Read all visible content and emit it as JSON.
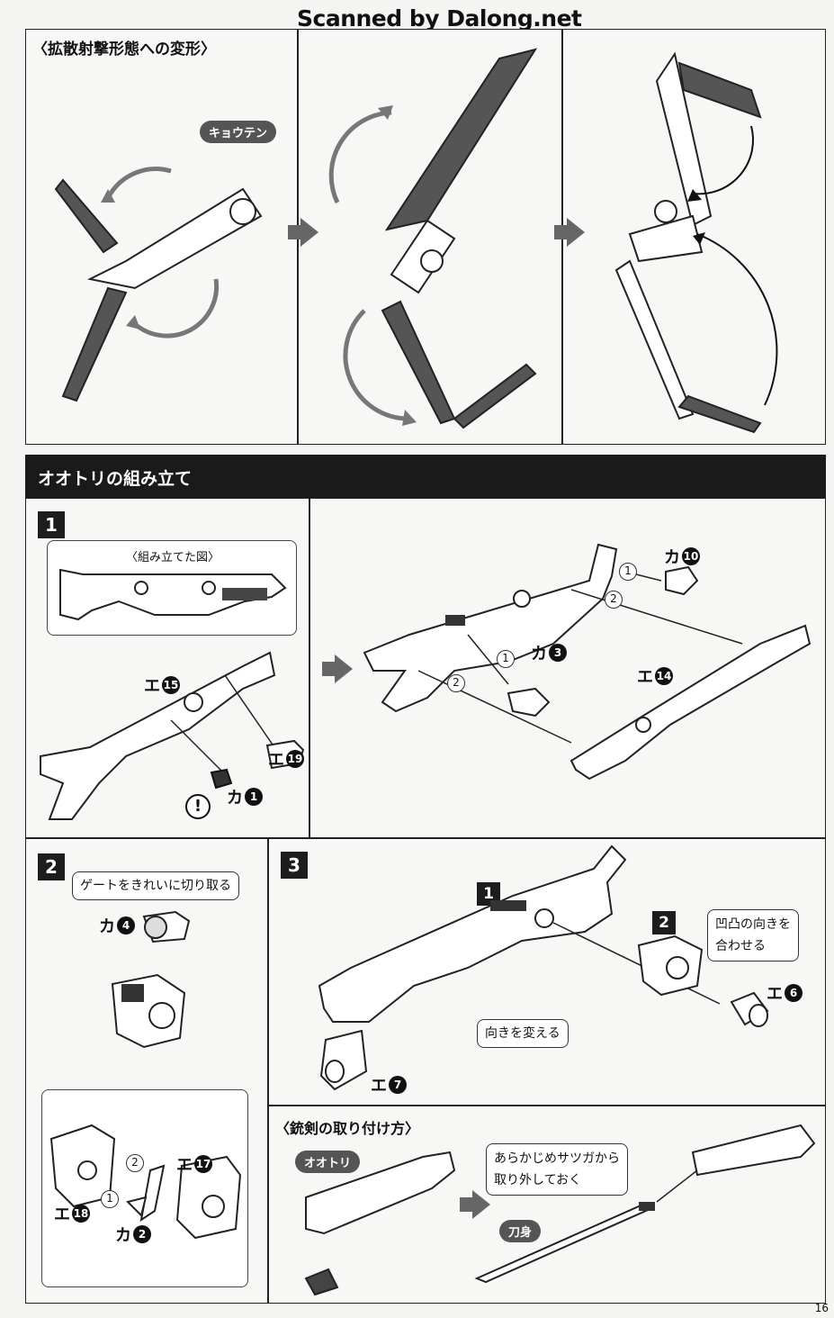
{
  "watermark": "Scanned by Dalong.net",
  "section1": {
    "title": "〈拡散射撃形態への変形〉",
    "label_kyouten": "キョウテン"
  },
  "section2": {
    "header": "オオトリの組み立て",
    "step1": {
      "number": "1",
      "assembled_view_title": "〈組み立てた図〉",
      "parts": {
        "e15": {
          "prefix": "エ",
          "num": "15"
        },
        "e19": {
          "prefix": "エ",
          "num": "19"
        },
        "ka1": {
          "prefix": "カ",
          "num": "1"
        },
        "ka10": {
          "prefix": "カ",
          "num": "10"
        },
        "ka3": {
          "prefix": "カ",
          "num": "3"
        },
        "e14": {
          "prefix": "エ",
          "num": "14"
        }
      },
      "order_marks": [
        "1",
        "2",
        "1",
        "2"
      ],
      "warning": "!"
    },
    "step2": {
      "number": "2",
      "callout": "ゲートをきれいに切り取る",
      "parts": {
        "ka4": {
          "prefix": "カ",
          "num": "4"
        },
        "e17": {
          "prefix": "エ",
          "num": "17"
        },
        "e18": {
          "prefix": "エ",
          "num": "18"
        },
        "ka2": {
          "prefix": "カ",
          "num": "2"
        }
      },
      "order_marks": [
        "2",
        "1"
      ]
    },
    "step3": {
      "number": "3",
      "ref_1": "1",
      "ref_2": "2",
      "callout_align": "凹凸の向きを\n合わせる",
      "callout_direction": "向きを変える",
      "parts": {
        "e6": {
          "prefix": "エ",
          "num": "6"
        },
        "e7": {
          "prefix": "エ",
          "num": "7"
        }
      }
    },
    "bayonet": {
      "title": "〈銃剣の取り付け方〉",
      "label_ootori": "オオトリ",
      "callout_remove": "あらかじめサツガから\n取り外しておく",
      "label_blade": "刀身"
    }
  },
  "page_number": "16"
}
